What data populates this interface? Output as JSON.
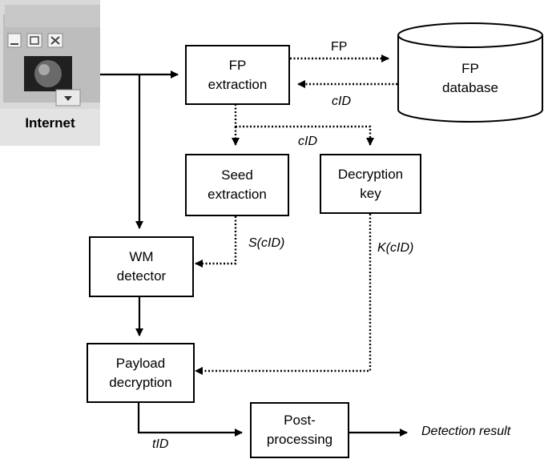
{
  "internet": {
    "label": "Internet"
  },
  "boxes": {
    "fp_extraction": "FP\nextraction",
    "fp_database": "FP\ndatabase",
    "seed_extraction": "Seed\nextraction",
    "decryption_key": "Decryption\nkey",
    "wm_detector": "WM\ndetector",
    "payload_decryption": "Payload\ndecryption",
    "post_processing": "Post-\nprocessing"
  },
  "labels": {
    "fp": "FP",
    "cid_return": "cID",
    "cid_split": "cID",
    "s_cid": "S(cID)",
    "k_cid": "K(cID)",
    "tid": "tID",
    "detection_result": "Detection result"
  }
}
